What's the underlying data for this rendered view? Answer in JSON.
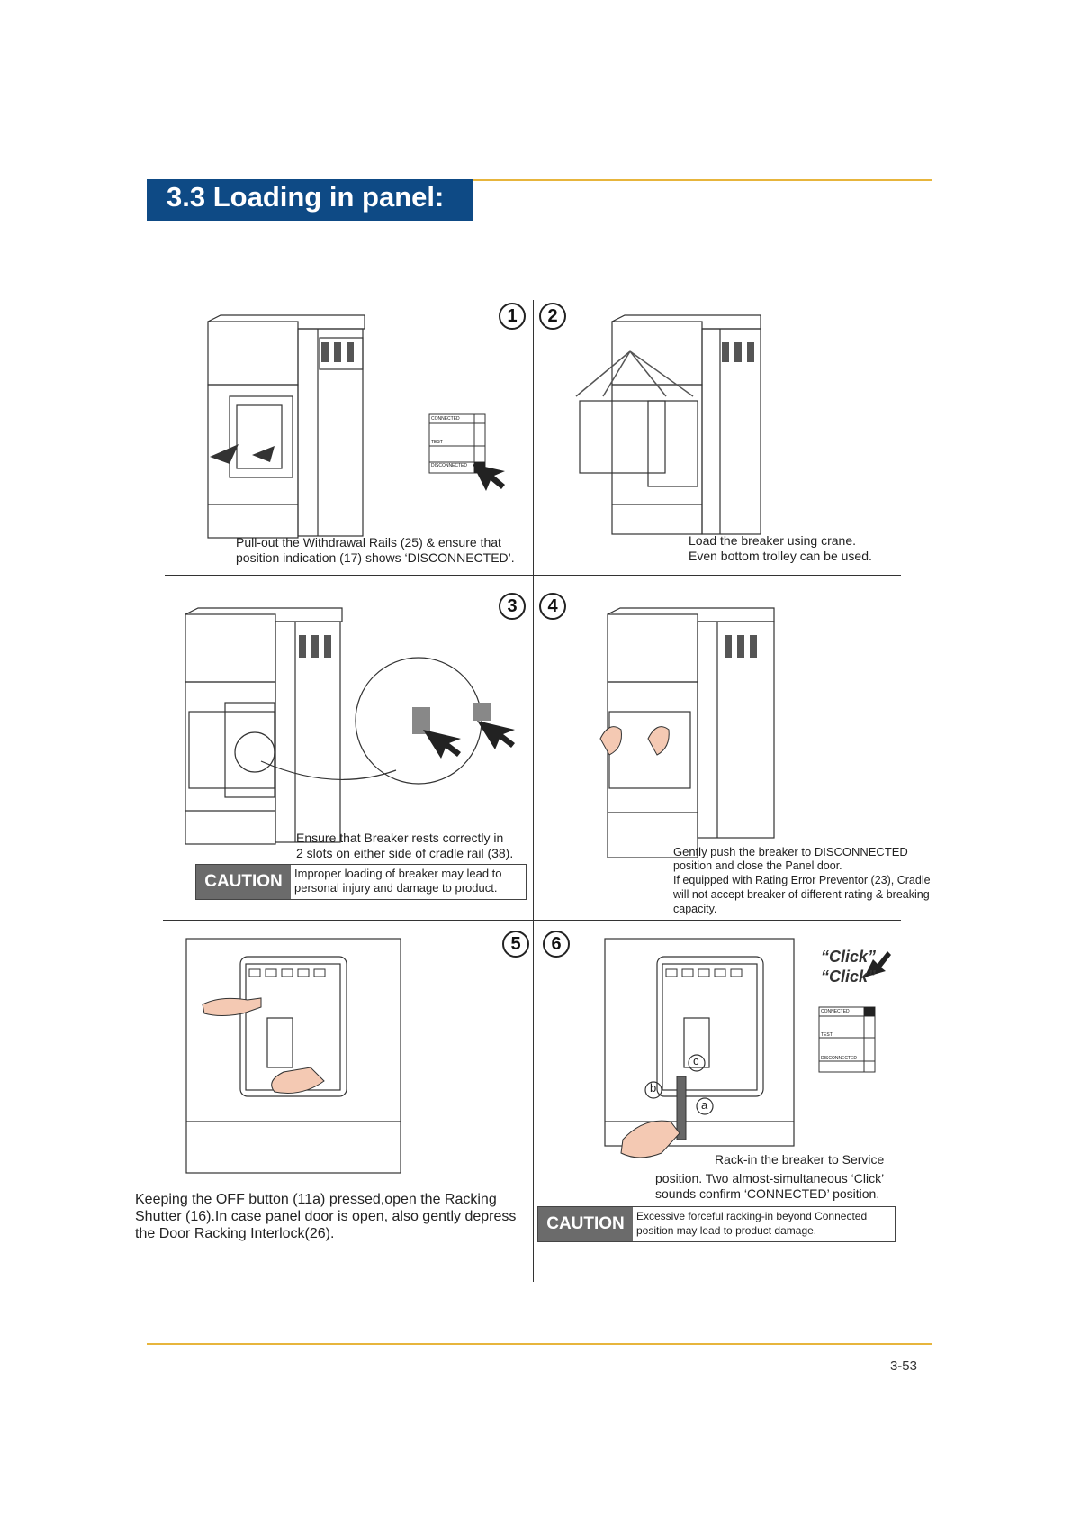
{
  "header": {
    "title": "3.3 Loading in panel:"
  },
  "steps": [
    {
      "num": "1",
      "caption": [
        "Pull-out the Withdrawal Rails (25) & ensure that",
        "position indication (17) shows ‘DISCONNECTED’."
      ]
    },
    {
      "num": "2",
      "caption": [
        "Load the breaker using crane.",
        "Even bottom trolley can be used."
      ]
    },
    {
      "num": "3",
      "caption": [
        "Ensure that Breaker rests correctly in",
        "2 slots on either side of cradle rail (38)."
      ]
    },
    {
      "num": "4",
      "caption": [
        "Gently push the breaker to DISCONNECTED",
        "position and close the Panel door.",
        "If equipped with Rating Error Preventor (23), Cradle",
        "will not accept breaker of different rating & breaking",
        "capacity."
      ]
    },
    {
      "num": "5",
      "caption": [
        "Keeping the OFF button (11a) pressed,open the Racking",
        "Shutter (16).In case panel door is open, also gently depress",
        "the Door Racking Interlock(26)."
      ]
    },
    {
      "num": "6",
      "caption": [
        "Rack-in the breaker to Service",
        "position. Two almost-simultaneous ‘Click’",
        "sounds confirm ‘CONNECTED’ position."
      ]
    }
  ],
  "cautions": [
    {
      "label": "CAUTION",
      "text": [
        "Improper loading of breaker may lead to",
        "personal injury and damage to product."
      ]
    },
    {
      "label": "CAUTION",
      "text": [
        "Excessive forceful racking-in beyond Connected",
        "position may lead to product damage."
      ]
    }
  ],
  "indicator": {
    "connected": "CONNECTED",
    "test": "TEST",
    "disconnected": "DISCONNECTED"
  },
  "click_text": [
    "“Click”",
    "“Click”"
  ],
  "callouts": {
    "a": "a",
    "b": "b",
    "c": "c"
  },
  "footer": {
    "page": "3-53"
  },
  "colors": {
    "title_bg": "#0e4a85",
    "rule": "#e7b53c",
    "caution_bg": "#6b6b6b"
  }
}
